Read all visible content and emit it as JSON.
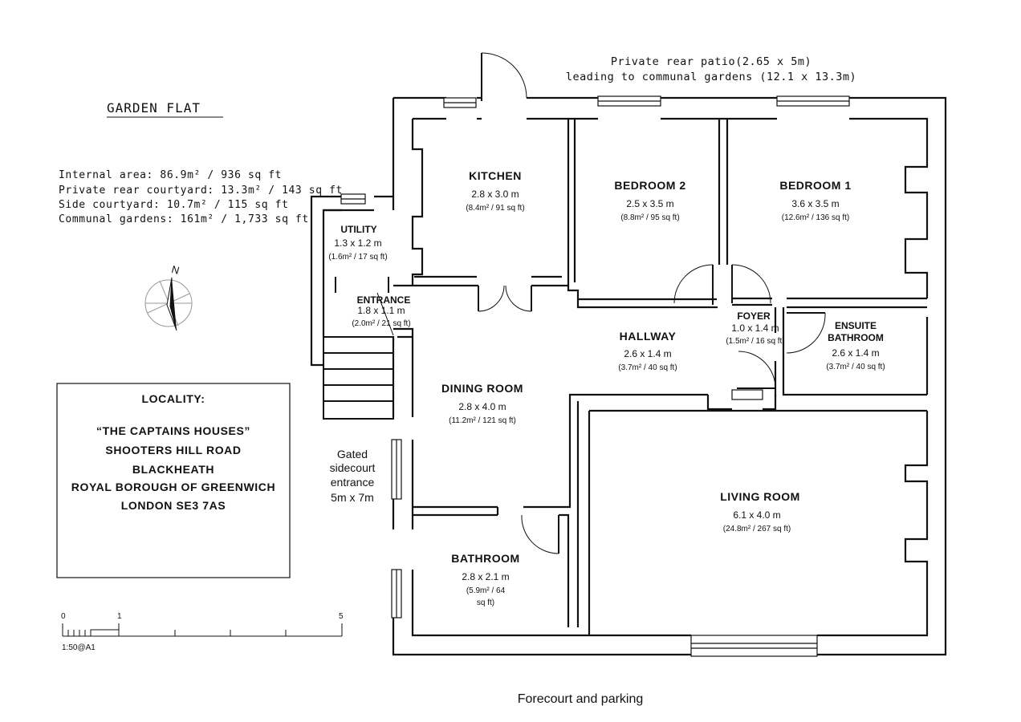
{
  "title": "GARDEN FLAT",
  "areas": [
    "Internal area: 86.9m² / 936 sq ft",
    "Private rear courtyard: 13.3m² / 143 sq ft",
    "Side courtyard: 10.7m² / 115 sq ft",
    "Communal gardens: 161m² / 1,733 sq ft"
  ],
  "compass": {
    "label": "N"
  },
  "locality": {
    "heading": "LOCALITY:",
    "lines": [
      "“THE CAPTAINS HOUSES”",
      "SHOOTERS HILL ROAD",
      "BLACKHEATH",
      "ROYAL BOROUGH OF GREENWICH",
      "LONDON SE3 7AS"
    ]
  },
  "scale_bar": {
    "ticks": [
      "0",
      "1",
      "5"
    ],
    "label": "1:50@A1"
  },
  "patio": {
    "line1": "Private rear patio(2.65 x 5m)",
    "line2": "leading to communal gardens (12.1 x 13.3m)"
  },
  "sidecourt": [
    "Gated",
    "sidecourt",
    "entrance",
    "5m x 7m"
  ],
  "forecourt": "Forecourt and parking",
  "rooms": {
    "kitchen": {
      "name": "KITCHEN",
      "dim": "2.8 x 3.0 m",
      "area": "(8.4m² / 91 sq ft)"
    },
    "bedroom2": {
      "name": "BEDROOM 2",
      "dim": "2.5 x 3.5 m",
      "area": "(8.8m² / 95 sq ft)"
    },
    "bedroom1": {
      "name": "BEDROOM 1",
      "dim": "3.6 x 3.5 m",
      "area": "(12.6m² / 136 sq ft)"
    },
    "utility": {
      "name": "UTILITY",
      "dim": "1.3 x 1.2 m",
      "area": "(1.6m² / 17 sq ft)"
    },
    "entrance": {
      "name": "ENTRANCE",
      "dim": "1.8 x 1.1 m",
      "area": "(2.0m² / 21 sq ft)"
    },
    "hallway": {
      "name": "HALLWAY",
      "dim": "2.6 x 1.4 m",
      "area": "(3.7m² / 40 sq ft)"
    },
    "foyer": {
      "name": "FOYER",
      "dim": "1.0 x 1.4 m",
      "area": "(1.5m² / 16 sq ft)"
    },
    "ensuite": {
      "name1": "ENSUITE",
      "name2": "BATHROOM",
      "dim": "2.6 x 1.4 m",
      "area": "(3.7m² / 40 sq ft)"
    },
    "dining": {
      "name": "DINING ROOM",
      "dim": "2.8 x 4.0 m",
      "area": "(11.2m² / 121 sq ft)"
    },
    "living": {
      "name": "LIVING ROOM",
      "dim": "6.1 x 4.0 m",
      "area": "(24.8m² / 267 sq ft)"
    },
    "bathroom": {
      "name": "BATHROOM",
      "dim": "2.8 x 2.1 m",
      "area1": "(5.9m² / 64",
      "area2": "sq ft)"
    }
  }
}
